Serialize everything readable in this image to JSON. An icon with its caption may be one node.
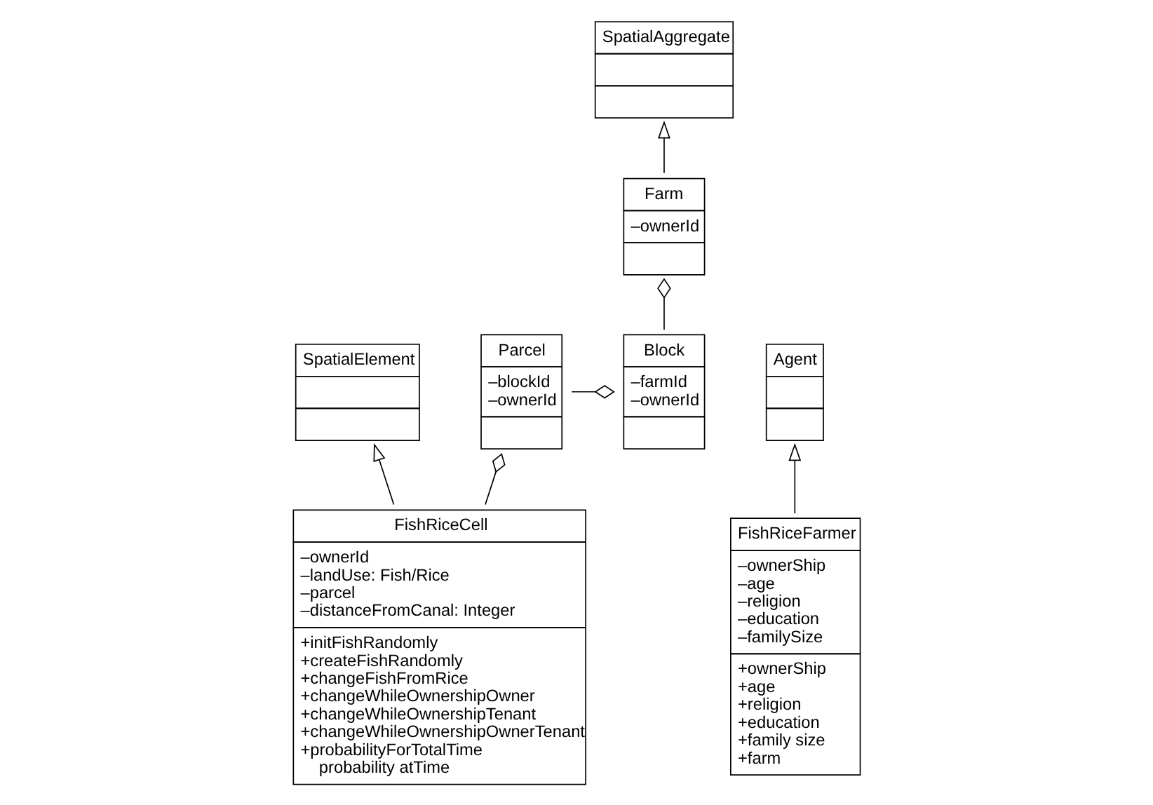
{
  "diagram": {
    "nodes": [
      {
        "text": [
          "SpatialElement"
        ]
      },
      {
        "text": [
          "SpatialAggregate"
        ]
      },
      {
        "text": [
          "Agent"
        ]
      },
      {
        "text": [
          "FishRiceCell",
          "–ownerId",
          "–landUse: Fish/Rice",
          "–parcel",
          "–distanceFromCanal: Integer",
          "+initFishRandomly",
          "+createFishRandomly",
          "+changeFishFromRice",
          "+changeWhileOwnershipOwner",
          "+changeWhileOwnershipTenant",
          "+changeWhileOwnershipOwnerTenant",
          "+probabilityForTotalTime",
          "probability atTime"
        ]
      },
      {
        "text": [
          "Farm",
          "–ownerId"
        ]
      },
      {
        "text": [
          "FishRiceFarmer",
          "–ownerShip",
          "–age",
          "–religion",
          "–education",
          "–familySize",
          "+ownerShip",
          "+age",
          "+religion",
          "+education",
          "+family size",
          "+farm"
        ]
      },
      {
        "text": [
          "Parcel",
          "–blockId",
          "–ownerId"
        ]
      },
      {
        "text": [
          "Block",
          "–farmId",
          "–ownerId"
        ]
      }
    ],
    "edges": [
      {
        "from": 3,
        "to": 0,
        "arrow": "to"
      },
      {
        "from": 4,
        "to": 1,
        "arrow": "to"
      },
      {
        "from": 5,
        "to": 2,
        "arrow": "to"
      },
      {
        "from": 3,
        "to": 6,
        "arrow": "other"
      },
      {
        "from": 6,
        "to": 7,
        "arrow": "other"
      },
      {
        "from": 7,
        "to": 4,
        "arrow": "other"
      }
    ]
  }
}
